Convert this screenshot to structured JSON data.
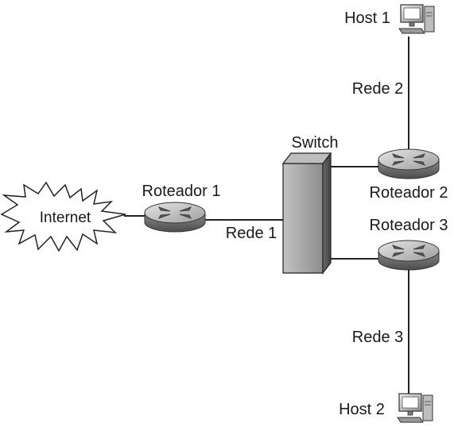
{
  "diagram": {
    "cloud": {
      "label": "Internet"
    },
    "router1": {
      "label": "Roteador 1"
    },
    "router2": {
      "label": "Roteador 2"
    },
    "router3": {
      "label": "Roteador 3"
    },
    "switch": {
      "label": "Switch"
    },
    "host1": {
      "label": "Host 1"
    },
    "host2": {
      "label": "Host 2"
    },
    "networks": {
      "rede1": "Rede 1",
      "rede2": "Rede 2",
      "rede3": "Rede 3"
    },
    "icons": {
      "cloud": "internet-cloud-icon",
      "router": "router-icon",
      "switch": "switch-icon",
      "host": "computer-icon"
    },
    "colors": {
      "line": "#222222",
      "switch_front": "#9a9a9a",
      "switch_side": "#5e5e5e",
      "router_body": "#8c8c8c"
    }
  }
}
